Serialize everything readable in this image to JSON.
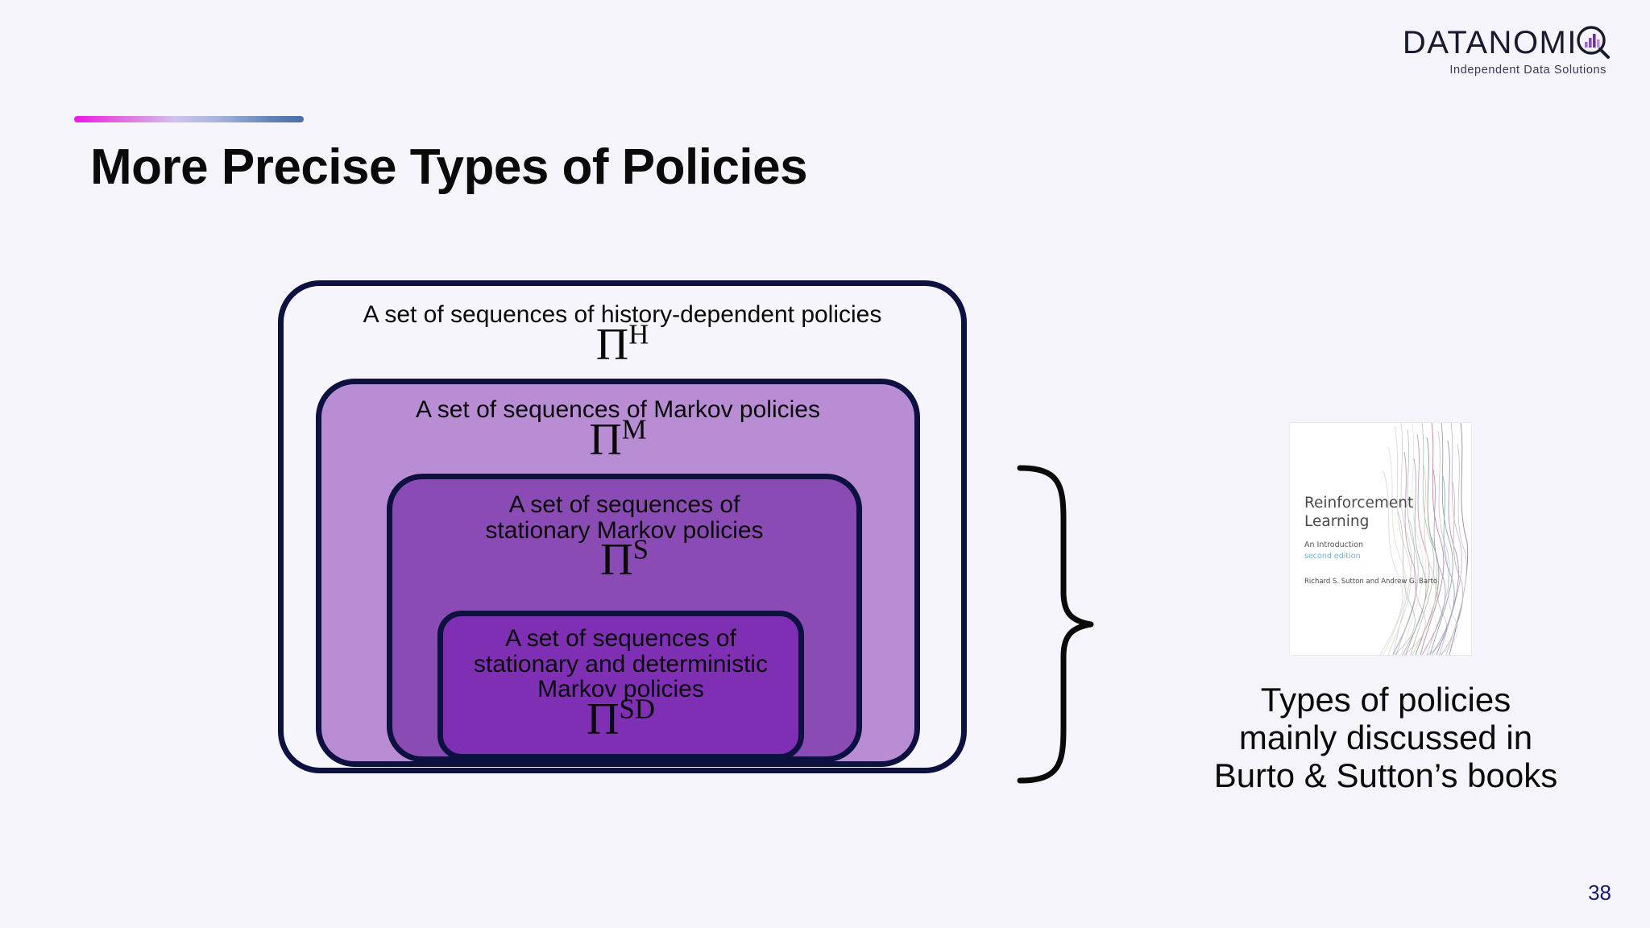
{
  "slide": {
    "background_color": "#f4f4fa",
    "title": "More Precise Types of Policies",
    "page_number": "38"
  },
  "logo": {
    "name": "DATANOMIQ",
    "wordmark": "DATANOMI",
    "q_letter": "Q",
    "tagline": "Independent Data Solutions",
    "accent_color": "#7e3fb0"
  },
  "accent_bar": {
    "gradient_start": "#ef14e8",
    "gradient_mid": "#cfc3ec",
    "gradient_end": "#4a6fa8"
  },
  "diagram": {
    "type": "nested-sets",
    "boxes": [
      {
        "id": "history-dependent",
        "label": "A set of sequences of history-dependent policies",
        "symbol": "Π",
        "superscript": "H",
        "fill_color": "#f6f5fb",
        "border_color": "#0d1140"
      },
      {
        "id": "markov",
        "label": "A set of sequences of Markov policies",
        "symbol": "Π",
        "superscript": "M",
        "fill_color": "#b98dd4",
        "border_color": "#0d1140"
      },
      {
        "id": "stationary-markov",
        "label": "A set of sequences of\nstationary Markov policies",
        "symbol": "Π",
        "superscript": "S",
        "fill_color": "#8a4bb5",
        "border_color": "#0d1140"
      },
      {
        "id": "stationary-deterministic-markov",
        "label": "A set of sequences of\nstationary and deterministic\nMarkov policies",
        "symbol": "Π",
        "superscript": "SD",
        "fill_color": "#7e2fb4",
        "border_color": "#0d1140"
      }
    ]
  },
  "book": {
    "title": "Reinforcement\nLearning",
    "subtitle": "An Introduction",
    "edition": "second edition",
    "authors": "Richard S. Sutton and Andrew G. Barto"
  },
  "caption": {
    "text": "Types of policies\nmainly discussed in\nBurto & Sutton’s books"
  }
}
